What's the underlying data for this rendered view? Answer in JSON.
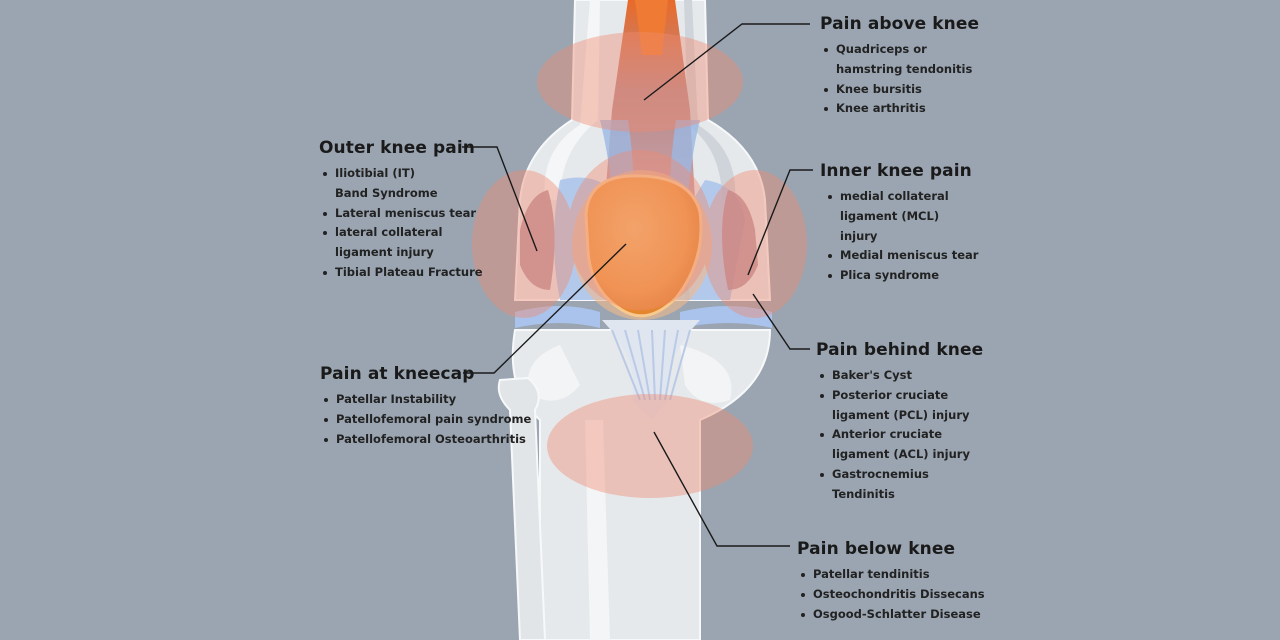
{
  "regions": {
    "above": {
      "title": "Pain above knee",
      "items": [
        "Quadriceps or hamstring tendonitis",
        "Knee bursitis",
        "Knee arthritis"
      ]
    },
    "outer": {
      "title": "Outer knee pain",
      "items": [
        "Iliotibial (IT) Band Syndrome",
        "Lateral meniscus tear",
        "lateral collateral ligament injury",
        "Tibial Plateau Fracture"
      ]
    },
    "inner": {
      "title": "Inner knee pain",
      "items": [
        "medial collateral ligament (MCL) injury",
        "Medial meniscus tear",
        "Plica syndrome"
      ]
    },
    "kneecap": {
      "title": "Pain at kneecap",
      "items": [
        "Patellar Instability",
        "Patellofemoral pain syndrome",
        "Patellofemoral Osteoarthritis"
      ]
    },
    "behind": {
      "title": "Pain behind knee",
      "items": [
        "Baker's Cyst",
        "Posterior cruciate ligament (PCL) injury",
        "Anterior cruciate ligament (ACL) injury",
        "Gastrocnemius Tendinitis"
      ]
    },
    "below": {
      "title": "Pain below knee",
      "items": [
        "Patellar tendinitis",
        "Osteochondritis Dissecans",
        "Osgood-Schlatter Disease"
      ]
    }
  },
  "colors": {
    "background": "#9aa5b1",
    "bone": "#e9ecef",
    "cartilage": "#a9c3ec",
    "muscle": "#e46a2e",
    "patella": "#f3a24c",
    "pain_zone": "#f08a70"
  }
}
